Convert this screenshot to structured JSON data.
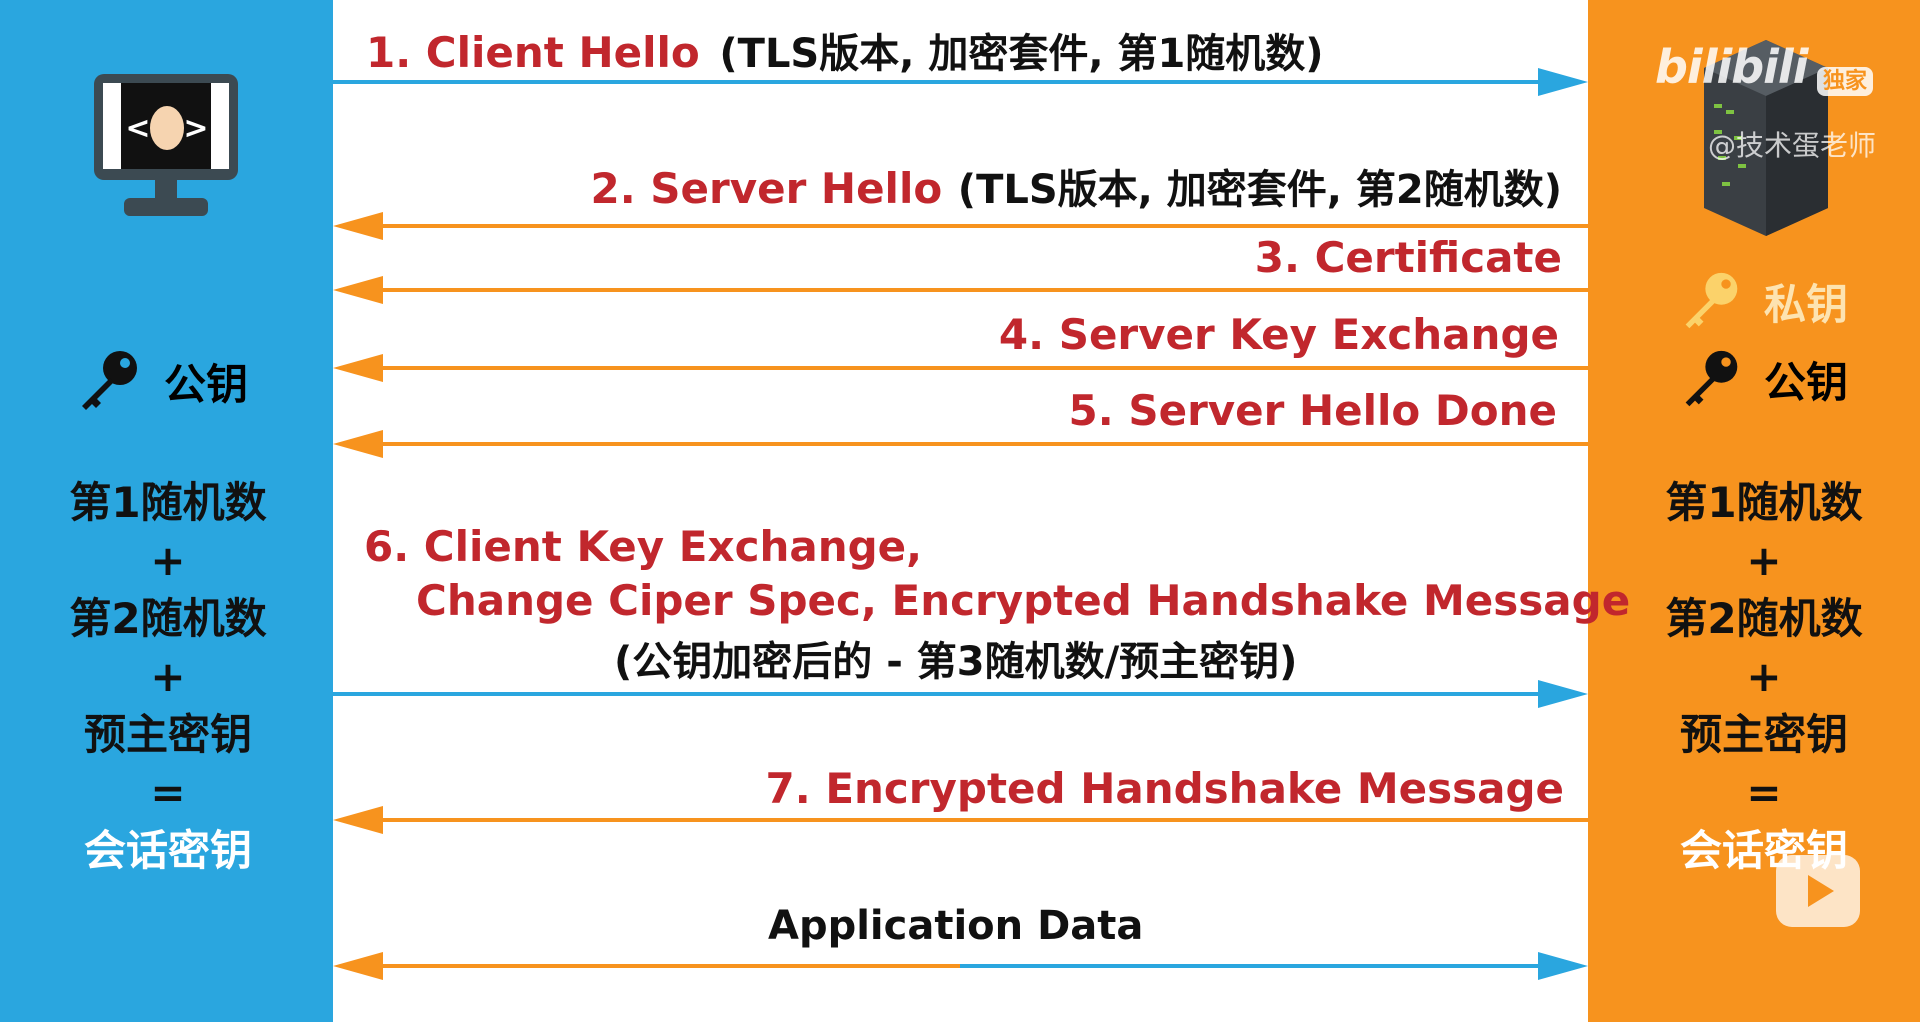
{
  "client": {
    "icon": "computer-egg-icon",
    "public_key_label": "公钥",
    "formula": [
      "第1随机数",
      "+",
      "第2随机数",
      "+",
      "预主密钥",
      "=",
      "会话密钥"
    ]
  },
  "server": {
    "icon": "server-rack-icon",
    "private_key_label": "私钥",
    "public_key_label": "公钥",
    "formula": [
      "第1随机数",
      "+",
      "第2随机数",
      "+",
      "预主密钥",
      "=",
      "会话密钥"
    ]
  },
  "messages": {
    "m1": {
      "title": "1. Client Hello",
      "detail": "(TLS版本, 加密套件, 第1随机数)"
    },
    "m2": {
      "title": "2. Server Hello",
      "detail": "(TLS版本, 加密套件, 第2随机数)"
    },
    "m3": {
      "title": "3. Certificate"
    },
    "m4": {
      "title": "4. Server Key Exchange"
    },
    "m5": {
      "title": "5. Server Hello Done"
    },
    "m6": {
      "title_line1": "6. Client Key Exchange,",
      "title_line2": "Change Ciper Spec,  Encrypted Handshake Message",
      "detail": "(公钥加密后的 - 第3随机数/预主密钥)"
    },
    "m7": {
      "title": "7. Encrypted Handshake Message"
    },
    "m8": {
      "title": "Application Data"
    }
  },
  "watermark": {
    "logo_text": "bilibili",
    "badge": "独家",
    "handle": "@技术蛋老师"
  },
  "colors": {
    "client_blue": "#2aa6df",
    "server_orange": "#f7931e",
    "message_red": "#c1272d",
    "arrow_blue": "#2aa6df",
    "arrow_orange": "#f7931e"
  }
}
